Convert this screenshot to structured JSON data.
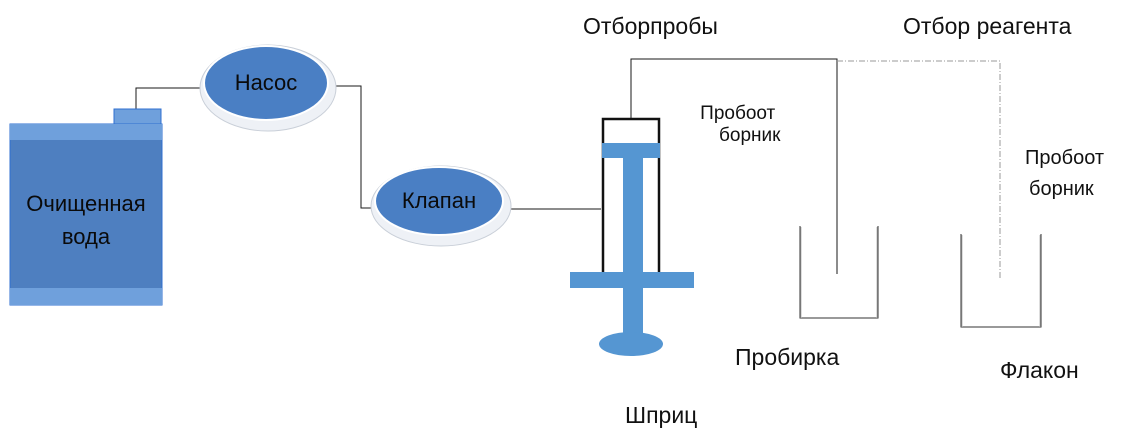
{
  "colors": {
    "tank_fill": "#4e7fc0",
    "tank_band": "#6fa0dc",
    "tank_border": "#2f6fd0",
    "ellipse_fill": "#4a7fc4",
    "ellipse_rim": "#dde3ec",
    "syringe_blue": "#5596d2",
    "line": "#1a1a1a",
    "dashed_line": "#999999"
  },
  "labels": {
    "tank": "Очищенная вода",
    "pump": "Насос",
    "valve": "Клапан",
    "syringe": "Шприц",
    "sampling": "Отборпробы",
    "reagent_sampling": "Отбор реагента",
    "sampler_1": [
      "Пробоот",
      "борник"
    ],
    "sampler_2": [
      "Пробоот",
      "борник"
    ],
    "test_tube": "Пробирка",
    "vial": "Флакон"
  }
}
